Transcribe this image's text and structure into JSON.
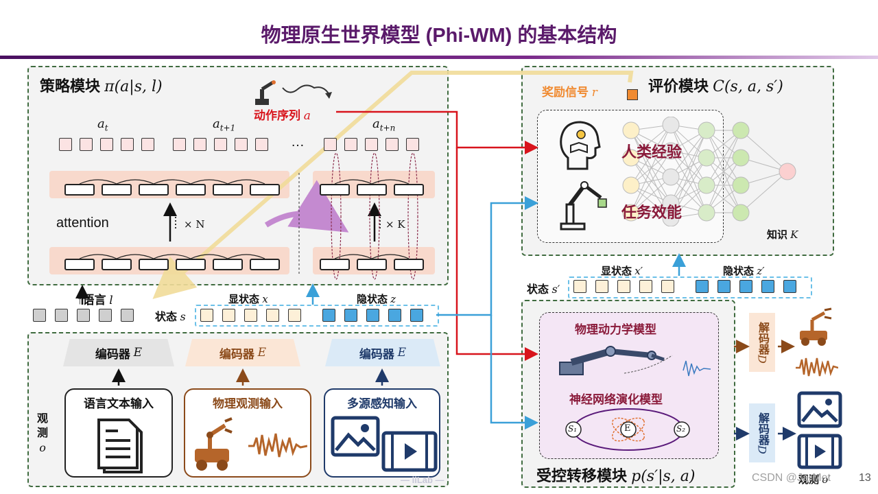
{
  "title": "物理原生世界模型 (Phi-WM) 的基本结构",
  "policy": {
    "title": "策略模块",
    "formula": "π(a|s, l)",
    "action_label": "动作序列",
    "action_var": "a",
    "tokens_labels": [
      "a",
      "a",
      "a"
    ],
    "tokens_subs": [
      "t",
      "t+1",
      "t+n"
    ],
    "ellipsis": "…",
    "attention": "attention",
    "times_n": "× N",
    "times_k": "× K"
  },
  "critic": {
    "title": "评价模块",
    "formula": "C(s, a, s′)",
    "reward_label": "奖励信号",
    "reward_var": "r",
    "human_exp": "人类经验",
    "task_eff": "任务效能",
    "knowledge": "知识",
    "knowledge_var": "K"
  },
  "state_left": {
    "lang_label": "语言",
    "lang_var": "l",
    "state_label": "状态",
    "state_var": "s",
    "explicit_label": "显状态",
    "explicit_var": "x",
    "hidden_label": "隐状态",
    "hidden_var": "z"
  },
  "state_right": {
    "state_label": "状态",
    "state_var": "s′",
    "explicit_label": "显状态",
    "explicit_var": "x′",
    "hidden_label": "隐状态",
    "hidden_var": "z′"
  },
  "observation": {
    "side_label_1": "观",
    "side_label_2": "测",
    "side_var": "o",
    "encoder_label": "编码器",
    "encoder_var": "E",
    "inputs": [
      "语言文本输入",
      "物理观测输入",
      "多源感知输入"
    ]
  },
  "transition": {
    "title": "受控转移模块",
    "formula": "p(s′|s, a)",
    "physics_model": "物理动力学模型",
    "neural_model": "神经网络演化模型",
    "node_s1": "S₁",
    "node_e": "E",
    "node_s2": "S₂",
    "decoder_label": "解码器",
    "decoder_var": "D",
    "obs_out": "观测",
    "obs_var": "o′"
  },
  "footer": {
    "watermark": "CSDN @JarMet",
    "lab": "— iiLab —",
    "page": "13"
  },
  "colors": {
    "title": "#5a1a6a",
    "red_arrow": "#d8141c",
    "blue_arrow": "#3aa0d8",
    "brown": "#8b4a1a",
    "navy": "#1f3a6a",
    "reward": "#f08a30"
  }
}
